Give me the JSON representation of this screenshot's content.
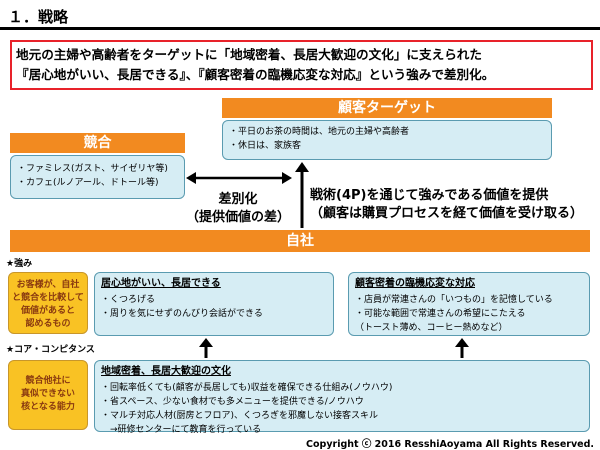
{
  "title": "１．戦略",
  "highlight": {
    "line1": "地元の主婦や高齢者をターゲットに「地域密着、長居大歓迎の文化」に支えられた",
    "line2": "『居心地がいい、長居できる』、『顧客密着の臨機応変な対応』という強みで差別化。"
  },
  "customer_target": {
    "header": "顧客ターゲット",
    "items": [
      "・平日のお茶の時間は、地元の主婦や高齢者",
      "・休日は、家族客"
    ]
  },
  "competition": {
    "header": "競合",
    "items": [
      "・ファミレス(ガスト、サイゼリヤ等)",
      "・カフェ(ルノアール、ドトール等)"
    ]
  },
  "differentiation": {
    "line1": "差別化",
    "line2": "（提供価値の差）"
  },
  "tactics": {
    "line1": "戦術(4P)を通じて強みである価値を提供",
    "line2": "（顧客は購買プロセスを経て価値を受け取る）"
  },
  "company": {
    "header": "自社"
  },
  "strengths": {
    "label": "★強み",
    "gold": [
      "お客様が、自社",
      "と競合を比較して",
      "価値があると",
      "認めるもの"
    ],
    "box1": {
      "head": "居心地がいい、長居できる",
      "items": [
        "・くつろげる",
        "・周りを気にせずのんびり会話ができる"
      ]
    },
    "box2": {
      "head": "顧客密着の臨機応変な対応",
      "items": [
        "・店員が常連さんの「いつもの」を記憶している",
        "・可能な範囲で常連さんの希望にこたえる",
        "（トースト薄め、コーヒー熱めなど）"
      ]
    }
  },
  "core_competence": {
    "label": "★コア・コンピタンス",
    "gold": [
      "競合他社に",
      "真似できない",
      "核となる能力"
    ],
    "box": {
      "head": "地域密着、長居大歓迎の文化",
      "items": [
        "・回転率低くても(顧客が長居しても)収益を確保できる仕組み(ノウハウ)",
        "・省スペース、少ない食材でも多メニューを提供できる/ノウハウ",
        "・マルチ対応人材(厨房とフロア)、くつろぎを邪魔しない接客スキル",
        "　→研修センターにて教育を行っている"
      ]
    }
  },
  "copyright": "Copyright ⓒ 2016 ResshiAoyama All Rights Reserved."
}
